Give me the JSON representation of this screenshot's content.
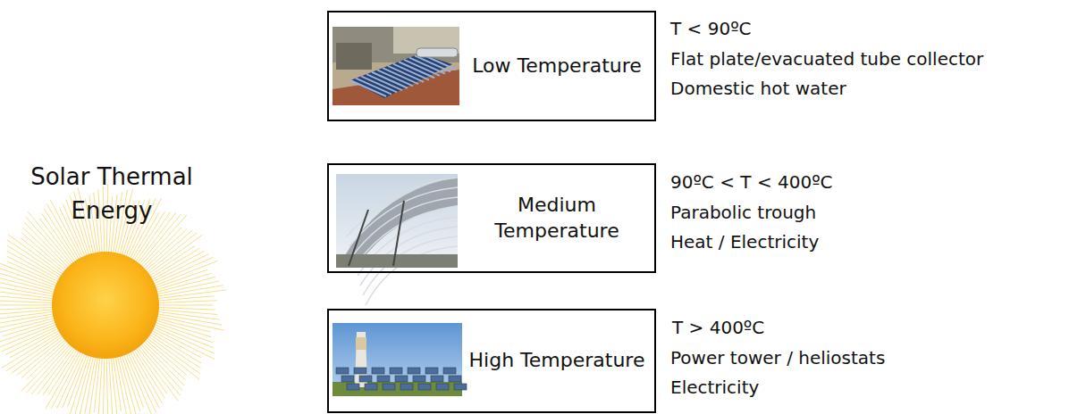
{
  "diagram": {
    "nodes": [
      {
        "text": [
          "Low Temperature"
        ]
      },
      {
        "text": [
          "Medium Temperature"
        ]
      },
      {
        "text": [
          "High Temperature"
        ]
      }
    ],
    "labels": [
      "Solar Thermal Energy",
      "T < 90ºC",
      "Flat plate/evacuated tube collector",
      "Domestic hot water",
      "90ºC < T < 400ºC",
      "Parabolic trough",
      "Heat / Electricity",
      "T > 400ºC",
      "Power tower / heliostats",
      "Electricity"
    ]
  }
}
